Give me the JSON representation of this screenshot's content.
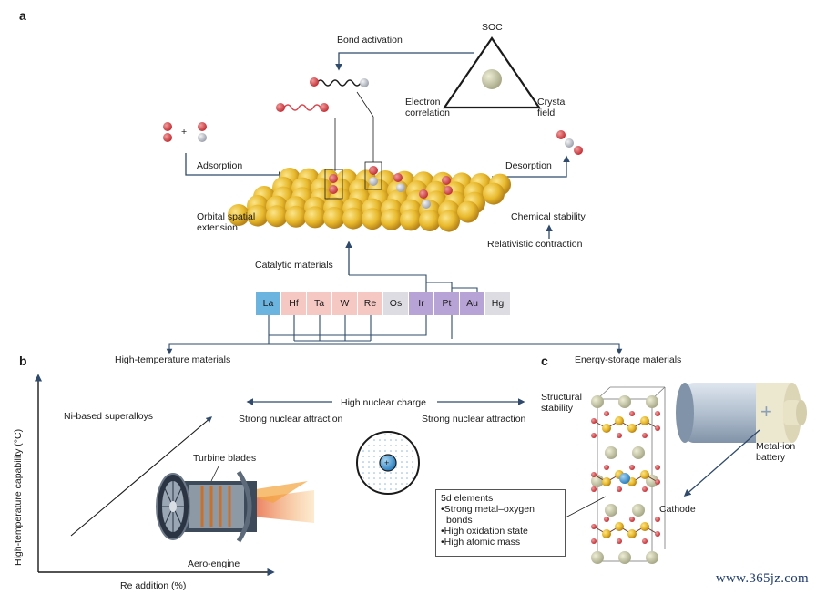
{
  "panels": {
    "a": "a",
    "b": "b",
    "c": "c"
  },
  "panel_a": {
    "bond_activation": "Bond activation",
    "soc": "SOC",
    "electron_correlation": [
      "Electron",
      "correlation"
    ],
    "crystal_field": [
      "Crystal",
      "field"
    ],
    "plus": "+",
    "adsorption": "Adsorption",
    "desorption": "Desorption",
    "orbital_spatial_extension": [
      "Orbital spatial",
      "extension"
    ],
    "chemical_stability": "Chemical stability",
    "relativistic_contraction": "Relativistic contraction",
    "catalytic_materials": "Catalytic materials"
  },
  "elements": [
    {
      "symbol": "La",
      "color": "#6cb4e0"
    },
    {
      "symbol": "Hf",
      "color": "#f6c8c4"
    },
    {
      "symbol": "Ta",
      "color": "#f6c8c4"
    },
    {
      "symbol": "W",
      "color": "#f6c8c4"
    },
    {
      "symbol": "Re",
      "color": "#f6c8c4"
    },
    {
      "symbol": "Os",
      "color": "#dcdce2"
    },
    {
      "symbol": "Ir",
      "color": "#b8a3d6"
    },
    {
      "symbol": "Pt",
      "color": "#b8a3d6"
    },
    {
      "symbol": "Au",
      "color": "#b8a3d6"
    },
    {
      "symbol": "Hg",
      "color": "#dcdce2"
    }
  ],
  "branches": {
    "high_temperature_materials": "High-temperature materials",
    "energy_storage_materials": "Energy-storage materials"
  },
  "middle": {
    "high_nuclear_charge": "High nuclear charge",
    "strong_nuclear_attraction_left": "Strong nuclear attraction",
    "strong_nuclear_attraction_right": "Strong nuclear attraction",
    "nucleus_plus": "+"
  },
  "panel_b": {
    "y_axis": "High-temperature capability (°C)",
    "x_axis": "Re addition (%)",
    "ni_superalloys": "Ni-based superalloys",
    "turbine_blades": "Turbine blades",
    "aero_engine": "Aero-engine"
  },
  "panel_c": {
    "structural_stability": [
      "Structural",
      "stability"
    ],
    "battery_plus": "+",
    "metal_ion_battery": [
      "Metal-ion",
      "battery"
    ],
    "cathode": "Cathode",
    "box_title": "5d elements",
    "box_items": [
      "•Strong metal–oxygen",
      "  bonds",
      "•High oxidation state",
      "•High atomic mass"
    ]
  },
  "watermark": "www.365jz.com",
  "colors": {
    "gold_atom": "#e8b92c",
    "oxygen_red": "#d9434a",
    "gray_atom": "#b9bcc4",
    "arrow": "#2f4a6a",
    "battery_body": "#b9c6d6",
    "battery_cap": "#ece7cf",
    "flame": "#f08a2a"
  }
}
